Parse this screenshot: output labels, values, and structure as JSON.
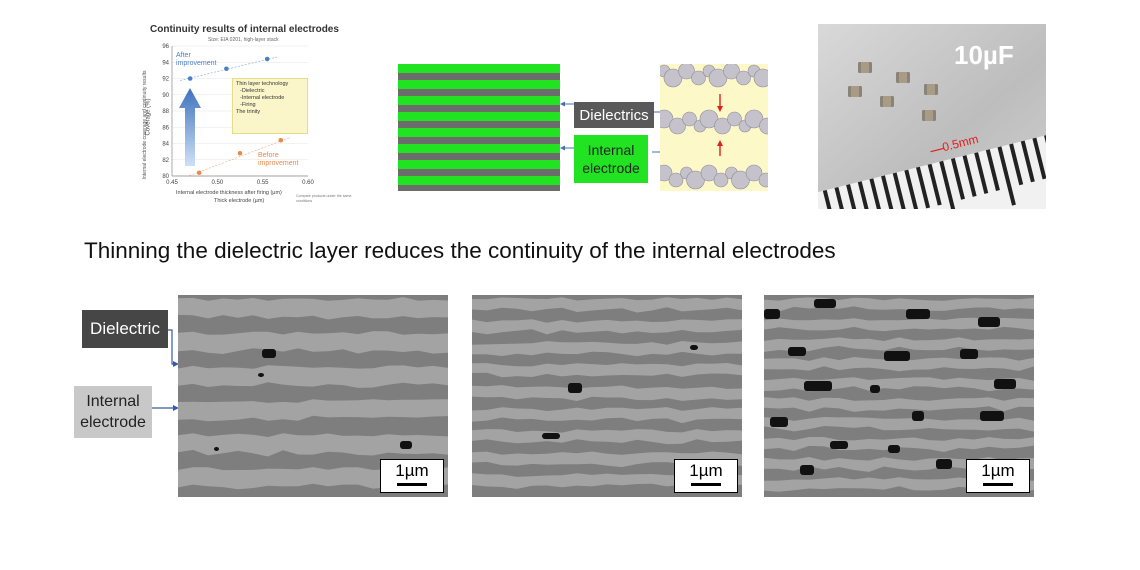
{
  "chart": {
    "title": "Continuity results of internal electrodes",
    "subtitle": "Size: EIA 0201, high-layer stack",
    "ylabel": "Internal electrode coverage and continuity results",
    "ylabel2": "Coverage (%)",
    "xlabel": "Internal electrode thickness after firing (µm)",
    "xlabel2": "Thick electrode (µm)",
    "note": "Compare products under the same conditions",
    "after_label": "After improvement",
    "before_label": "Before improvement",
    "tech_title": "Thin layer technology",
    "tech_items": [
      "-Dielectric",
      "-Internal electrode",
      "-Firing"
    ],
    "tech_footer": "The trinity"
  },
  "chart_data": {
    "type": "scatter",
    "title": "Continuity results of internal electrodes",
    "xlabel": "Internal electrode thickness after firing (µm)",
    "ylabel": "Coverage (%)",
    "xlim": [
      0.45,
      0.6
    ],
    "ylim": [
      80,
      96
    ],
    "x_ticks": [
      "0.45",
      "0.50",
      "0.55",
      "0.60"
    ],
    "y_ticks": [
      "80",
      "82",
      "84",
      "86",
      "88",
      "90",
      "92",
      "94",
      "96"
    ],
    "series": [
      {
        "name": "After improvement",
        "color": "#4a7fc4",
        "points": [
          [
            0.47,
            92
          ],
          [
            0.51,
            93.2
          ],
          [
            0.555,
            94.4
          ]
        ]
      },
      {
        "name": "Before improvement",
        "color": "#e88a4a",
        "points": [
          [
            0.48,
            80.4
          ],
          [
            0.525,
            82.8
          ],
          [
            0.57,
            84.4
          ]
        ]
      }
    ]
  },
  "diagram": {
    "dielectrics_label": "Dielectrics",
    "internal_electrode_label": "Internal electrode"
  },
  "photo": {
    "caption": "10µF",
    "scale_label": "0.5mm"
  },
  "heading": "Thinning the dielectric layer reduces the continuity of the internal electrodes",
  "micrographs": {
    "dielectric_label": "Dielectric",
    "internal_electrode_label": "Internal electrode",
    "scale_labels": [
      "1µm",
      "1µm",
      "1µm"
    ]
  },
  "colors": {
    "electrode_green": "#21e321",
    "dielectric_gray": "#595959",
    "after_blue": "#4a7fc4",
    "before_orange": "#e88a4a"
  }
}
